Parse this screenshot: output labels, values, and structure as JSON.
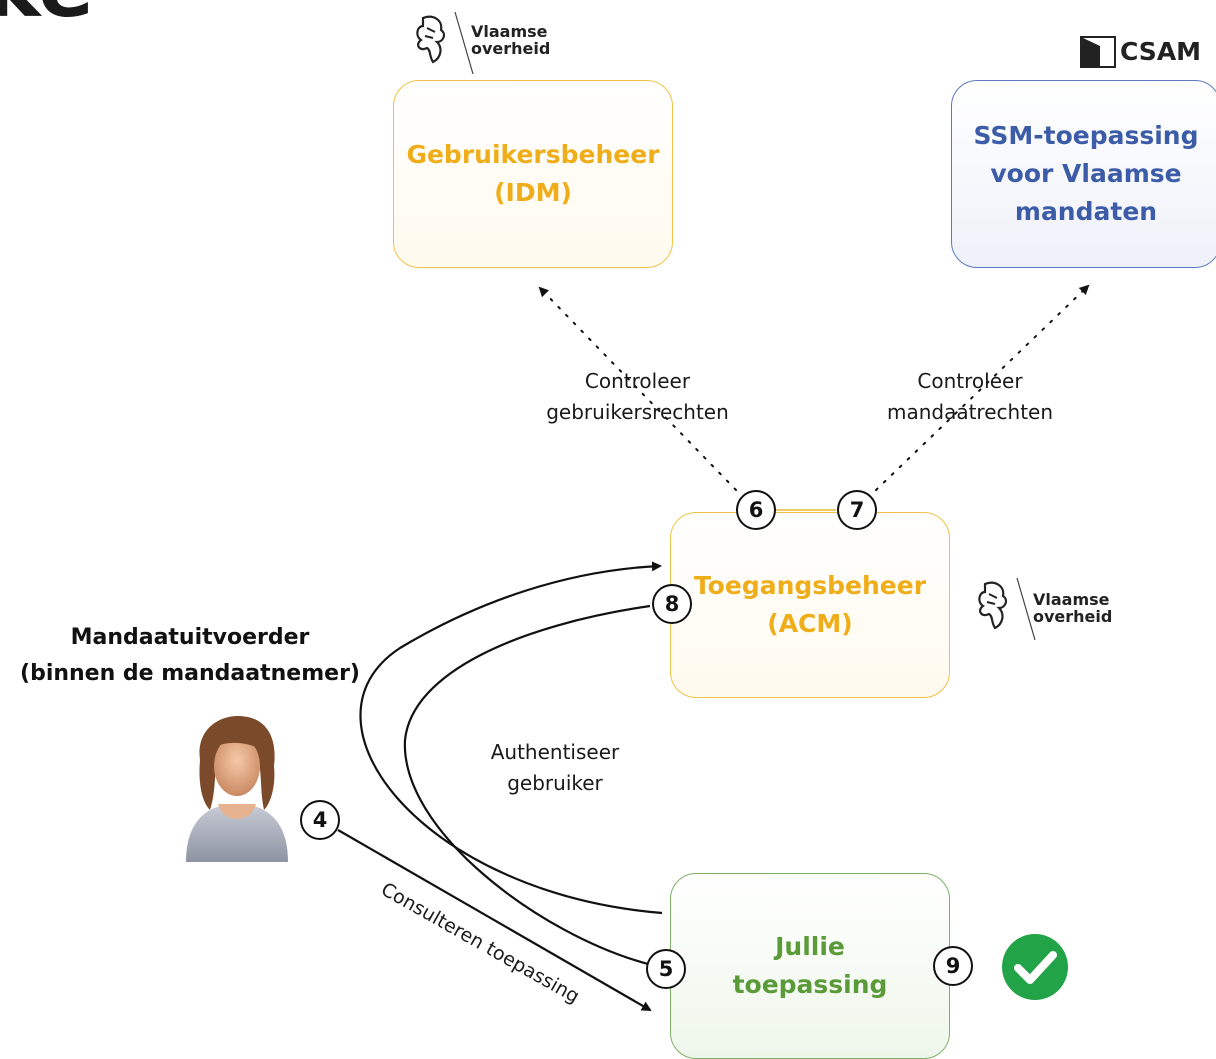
{
  "corner_text": "ke",
  "logos": {
    "vlaamse_overheid_top": "Vlaamse\noverheid",
    "vlaamse_overheid_right": "Vlaamse\noverheid",
    "csam": "CSAM"
  },
  "boxes": {
    "idm": "Gebruikersbeheer\n(IDM)",
    "ssm": "SSM-toepassing\nvoor Vlaamse\nmandaten",
    "acm": "Toegangsbeheer\n(ACM)",
    "app": "Jullie\ntoepassing"
  },
  "actor": {
    "title": "Mandaatuitvoerder\n(binnen de mandaatnemer)"
  },
  "edge_labels": {
    "check_user_rights": "Controleer\ngebruikersrechten",
    "check_mandate_rights": "Controleer\nmandaatrechten",
    "authenticate": "Authentiseer\ngebruiker",
    "consult": "Consulteren toepassing"
  },
  "steps": [
    "4",
    "5",
    "6",
    "7",
    "8",
    "9"
  ],
  "colors": {
    "yellow": "#f0ad1a",
    "blue": "#3d5ca8",
    "green": "#5a9a38",
    "check": "#23a347"
  }
}
